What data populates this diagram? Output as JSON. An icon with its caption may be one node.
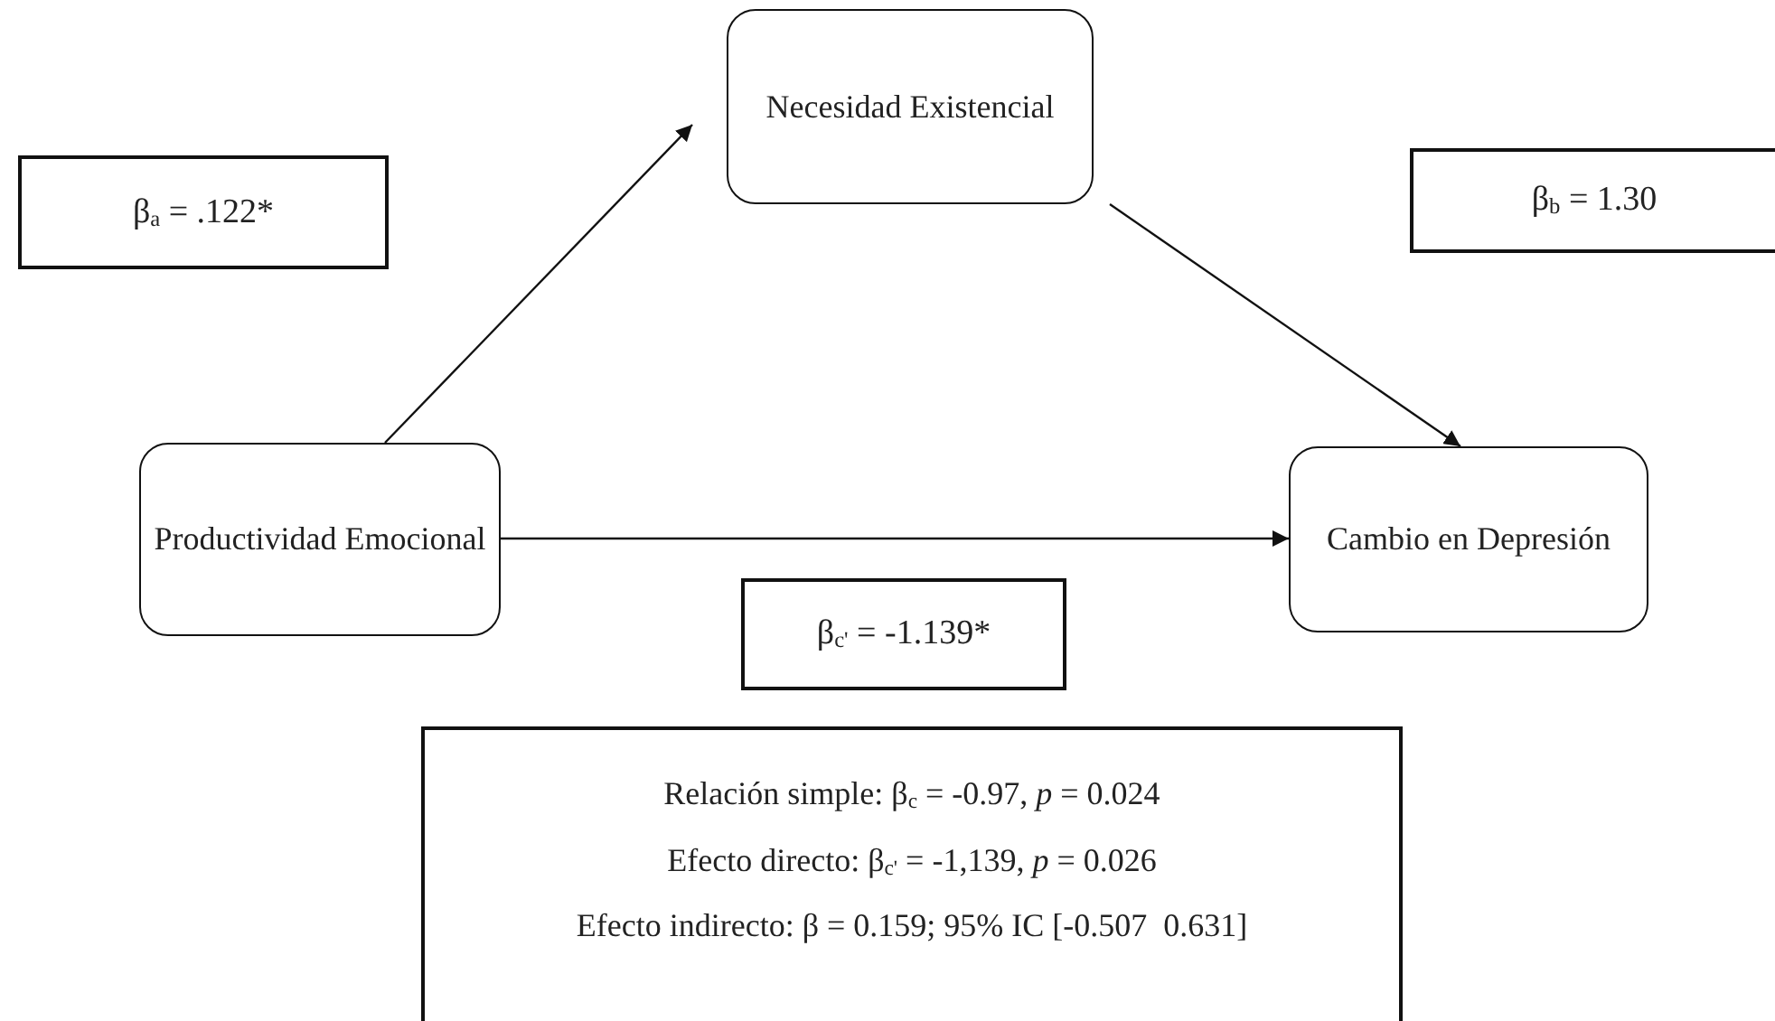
{
  "diagram": {
    "nodes": [
      {
        "text": [
          "Productividad Emocional"
        ]
      },
      {
        "text": [
          "Necesidad Existencial"
        ]
      },
      {
        "text": [
          "Cambio en Depresión"
        ]
      },
      {
        "text": [
          "β$_{a}$ = .122*"
        ]
      },
      {
        "text": [
          "β$_{b}$ = 1.30"
        ]
      },
      {
        "text": [
          "β$_{c'}$ = -1.139*"
        ]
      },
      {
        "text": [
          "Relación simple: β$_{c}$ = -0.97, *p* = 0.024",
          "Efecto directo: β$_{c'}$ = -1,139, *p* = 0.026",
          "Efecto indirecto: β = 0.159; 95% IC [-0.507  0.631]"
        ]
      }
    ],
    "edges": [
      {
        "from": 0,
        "to": 1,
        "arrow": "to"
      },
      {
        "from": 1,
        "to": 2,
        "arrow": "to"
      },
      {
        "from": 0,
        "to": 2,
        "arrow": "to"
      }
    ]
  }
}
